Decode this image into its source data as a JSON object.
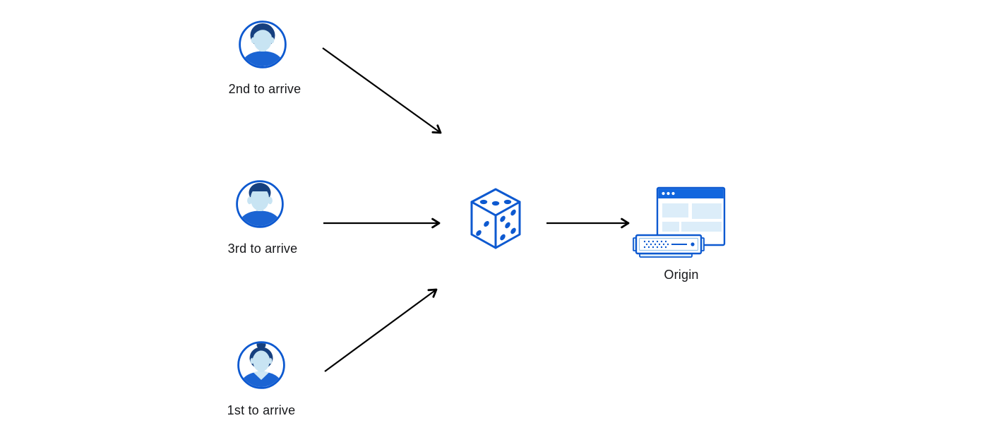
{
  "diagram": {
    "title": "",
    "clients": [
      {
        "label": "2nd to arrive",
        "avatar": "man-swoosh-hair"
      },
      {
        "label": "3rd to arrive",
        "avatar": "man-short-hair"
      },
      {
        "label": "1st to arrive",
        "avatar": "woman-bun"
      }
    ],
    "center_node": {
      "icon": "dice-icon",
      "dice_faces": {
        "top_dots": 3,
        "left_dots": 2,
        "right_dots": 5
      }
    },
    "origin_node": {
      "label": "Origin",
      "icon": "browser-server-icon"
    },
    "arrows": [
      {
        "from": "client-2nd-to-arrive",
        "to": "dice"
      },
      {
        "from": "client-3rd-to-arrive",
        "to": "dice"
      },
      {
        "from": "client-1st-to-arrive",
        "to": "dice"
      },
      {
        "from": "dice",
        "to": "origin"
      }
    ],
    "colors": {
      "primary_blue": "#0d59d0",
      "titlebar_blue": "#1166de",
      "shirt_blue": "#1b64d3",
      "hair_navy": "#17407f",
      "face_light_blue": "#c8e4f3",
      "panel_light_blue": "#dcedf9",
      "arrow_black": "#000000",
      "background": "#ffffff"
    }
  }
}
